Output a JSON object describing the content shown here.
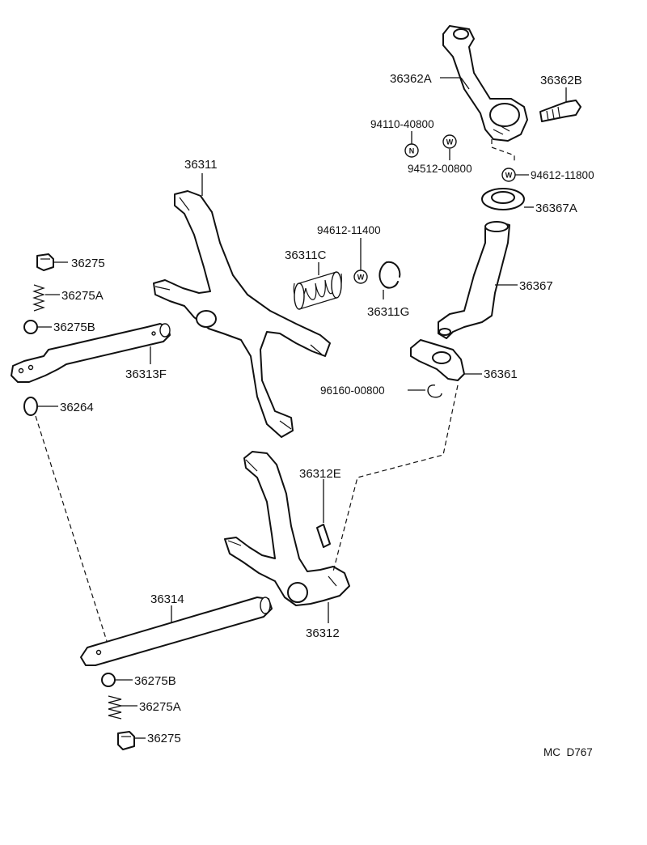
{
  "labels": {
    "p36362A": "36362A",
    "p36362B": "36362B",
    "p94110_40800": "94110-40800",
    "p94512_00800": "94512-00800",
    "p94612_11800": "94612-11800",
    "p36367A": "36367A",
    "p36311": "36311",
    "p94612_11400": "94612-11400",
    "p36311C": "36311C",
    "p36311G": "36311G",
    "p36367": "36367",
    "p36275_top": "36275",
    "p36275A_top": "36275A",
    "p36275B_top": "36275B",
    "p36313F": "36313F",
    "p36361": "36361",
    "p96160_00800": "96160-00800",
    "p36264": "36264",
    "p36312E": "36312E",
    "p36314": "36314",
    "p36312": "36312",
    "p36275B_bot": "36275B",
    "p36275A_bot": "36275A",
    "p36275_bot": "36275",
    "ref_code": "MC  D767"
  },
  "symbols": {
    "nut_letter": "N",
    "washer_letter": "W"
  }
}
